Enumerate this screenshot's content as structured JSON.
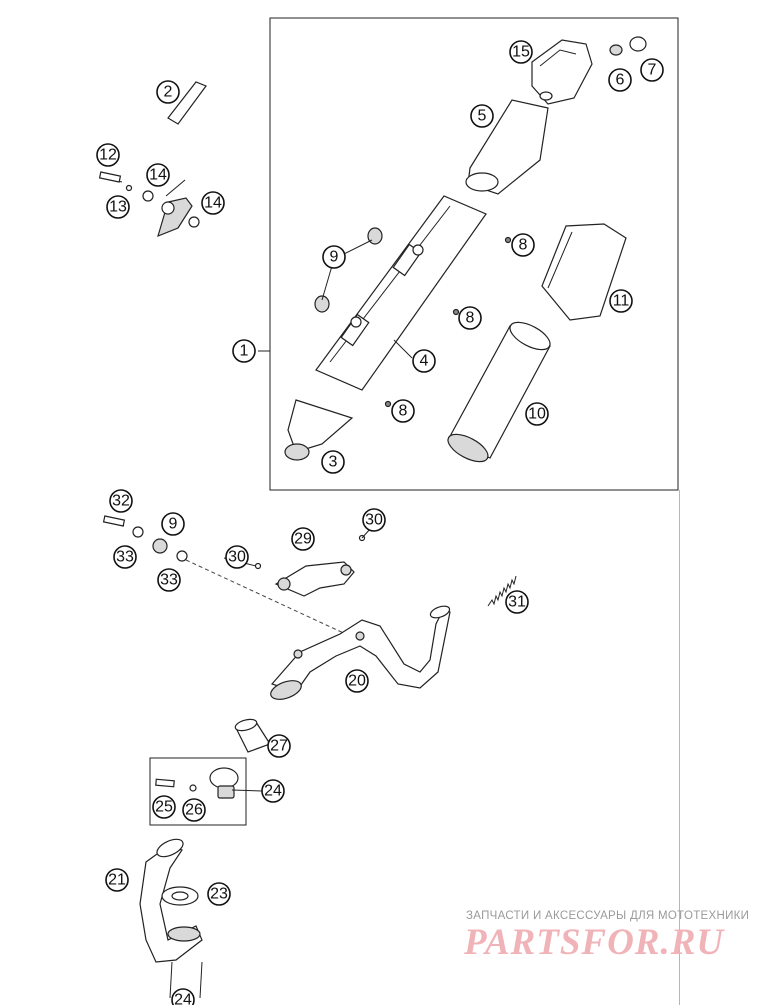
{
  "callouts": {
    "c1": "1",
    "c2": "2",
    "c3": "3",
    "c4": "4",
    "c5": "5",
    "c6": "6",
    "c7": "7",
    "c8a": "8",
    "c8b": "8",
    "c8c": "8",
    "c9a": "9",
    "c9b": "9",
    "c10": "10",
    "c11": "11",
    "c12": "12",
    "c13": "13",
    "c14a": "14",
    "c14b": "14",
    "c15": "15",
    "c20": "20",
    "c21": "21",
    "c23": "23",
    "c24a": "24",
    "c24b": "24",
    "c25": "25",
    "c26": "26",
    "c27": "27",
    "c29": "29",
    "c30a": "30",
    "c30b": "30",
    "c31": "31",
    "c32": "32",
    "c33a": "33",
    "c33b": "33"
  },
  "watermark": {
    "tagline": "ЗАПЧАСТИ И АКСЕССУАРЫ ДЛЯ МОТОТЕХНИКИ",
    "logo": "PARTSFOR.RU",
    "color": "#f0b3b8"
  }
}
